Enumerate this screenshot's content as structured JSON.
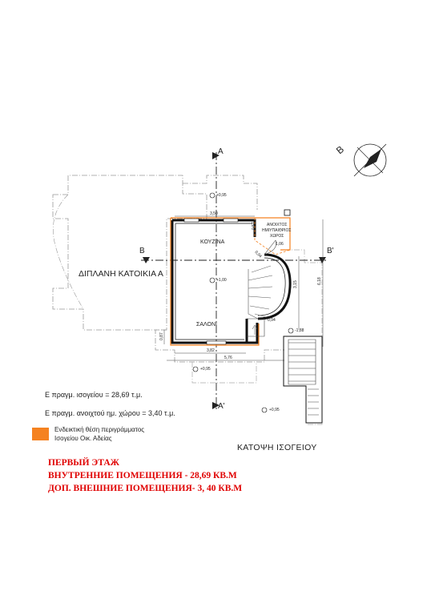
{
  "plan": {
    "neighbor_label": "ΔΙΠΛΑΝΗ ΚΑΤΟΙΚΙΑ Α",
    "rooms": {
      "kitchen": "ΚΟΥΖΙΝΑ",
      "living": "ΣΑΛΟΝΙ"
    },
    "open_space": [
      "ΑΝΟΙΧΤΟΣ",
      "ΗΜΙΥΠΑΙΘΡΙΟΣ",
      "ΧΩΡΟΣ"
    ],
    "section_marks": {
      "a_top": "A",
      "a_bottom": "A'",
      "b_left": "B",
      "b_right": "B'"
    },
    "levels": [
      "+0,95",
      "+1,00",
      "+0,95",
      "+0,95",
      "-1,88"
    ],
    "dimensions": [
      "3,50",
      "3,82",
      "5,76",
      "3,15",
      "6,18",
      "0,87",
      "0,94",
      "1,06",
      "0,57",
      "0,94"
    ],
    "compass_letter": "B"
  },
  "areas": {
    "ground": "Ε πραγμ. ισογείου  = 28,69  τ.μ.",
    "open": "Ε πραγμ. ανοιχτού ημ. χώρου = 3,40 τ.μ."
  },
  "legend": {
    "color": "#f58220",
    "line1": "Ενδεικτική θέση περιγράμματος",
    "line2": "Ισογείου Οικ. Αδείας"
  },
  "plan_title": "ΚΑΤΟΨΗ ΙΣΟΓΕΙΟΥ",
  "summary": {
    "line1": "ПЕРВЫЙ ЭТАЖ",
    "line2": "ВНУТРЕННИЕ ПОМЕЩЕНИЯ - 28,69 КВ.М",
    "line3": "ДОП. ВНЕШНИЕ ПОМЕЩЕНИЯ- 3, 40 КВ.М"
  }
}
